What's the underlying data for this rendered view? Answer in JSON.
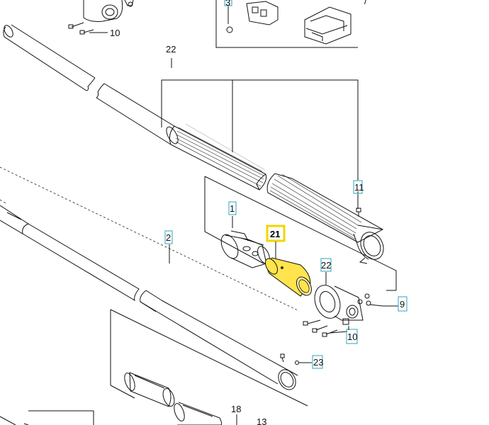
{
  "colors": {
    "label_box": "#4fb3c9",
    "highlight_fill": "#ffe44d",
    "highlight_box": "#f2d600",
    "line": "#111111"
  },
  "labels": {
    "p10_top": "10",
    "p22_top": "22",
    "p11": "11",
    "p1": "1",
    "p2": "2",
    "p21": "21",
    "p22_right": "22",
    "p9": "9",
    "p10_bottom": "10",
    "p23": "23",
    "p18": "18",
    "p13": "13",
    "p3": "3"
  }
}
